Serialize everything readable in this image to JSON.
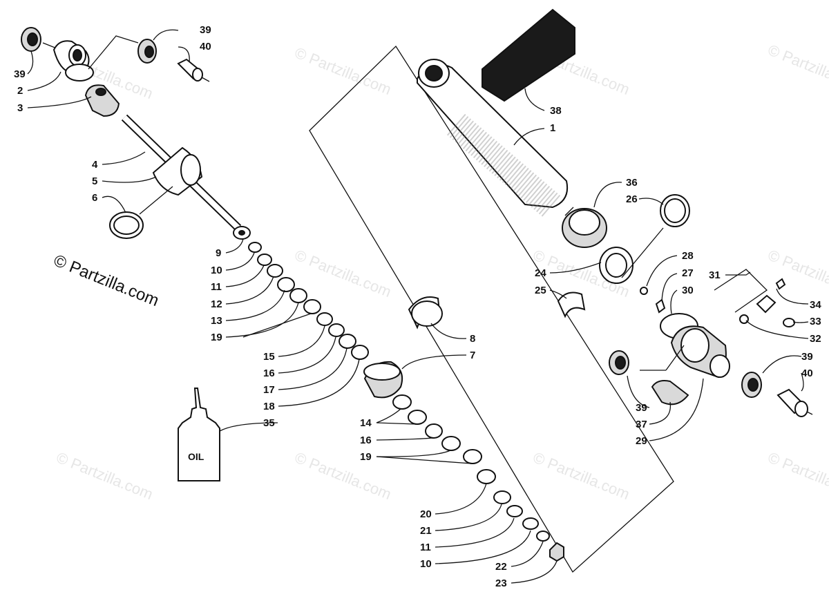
{
  "watermark": "© Partzilla.com",
  "credit": "© Partzilla.com",
  "oil_label": "OIL",
  "callouts": [
    "1",
    "2",
    "3",
    "4",
    "5",
    "6",
    "7",
    "8",
    "9",
    "10",
    "11",
    "12",
    "13",
    "14",
    "15",
    "16",
    "17",
    "18",
    "19",
    "20",
    "21",
    "22",
    "23",
    "24",
    "25",
    "26",
    "27",
    "28",
    "29",
    "30",
    "31",
    "32",
    "33",
    "34",
    "35",
    "36",
    "37",
    "38",
    "39",
    "40"
  ]
}
